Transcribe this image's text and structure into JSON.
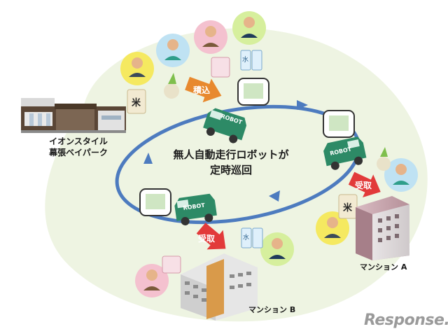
{
  "labels": {
    "store_line1": "イオンスタイル",
    "store_line2": "幕張ベイパーク",
    "center_line1": "無人自動走行ロボットが",
    "center_line2": "定時巡回",
    "mansion_a": "マンション A",
    "mansion_b": "マンション B",
    "load": "積込",
    "receive_a": "受取",
    "receive_b": "受取",
    "robot_text": "ROBOT",
    "rice_text": "米",
    "water_text": "水",
    "watermark": "Response."
  },
  "colors": {
    "background_blob": "#eef4e2",
    "loop": "#4d7bbf",
    "robot_body": "#2d8a66",
    "arrow_orange": "#e8892e",
    "arrow_red": "#e23a3a",
    "building": "#c9a9b1"
  },
  "icons": [
    "store-building-icon",
    "robot-vehicle-icon",
    "tablet-icon",
    "person-icon",
    "rice-bag-icon",
    "water-bottle-icon",
    "vegetable-icon",
    "apartment-icon"
  ]
}
